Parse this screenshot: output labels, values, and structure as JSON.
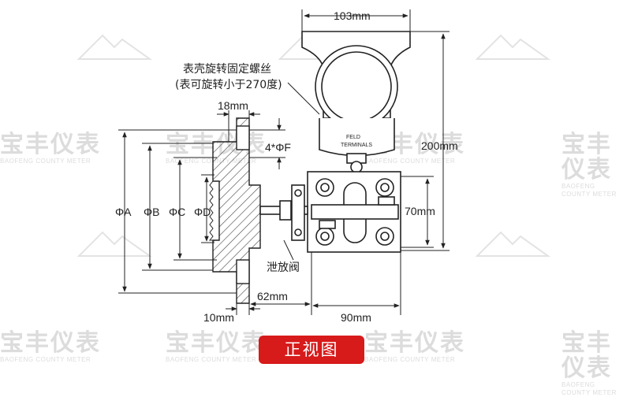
{
  "watermark": {
    "cn": "宝丰仪表",
    "en": "BAOFENG COUNTY METER"
  },
  "dimensions": {
    "top_width": "103mm",
    "flange_thickness_top": "18mm",
    "bolt_holes": "4*ΦF",
    "total_height": "200mm",
    "flange_height": "70mm",
    "offset": "62mm",
    "flange_thickness_bottom": "10mm",
    "depth": "90mm",
    "dia_a": "ΦA",
    "dia_b": "ΦB",
    "dia_c": "ΦC",
    "dia_d": "ΦD"
  },
  "annotations": {
    "housing_screw": "表壳旋转固定螺丝",
    "housing_rotation": "(表可旋转小于270度)",
    "drain_valve": "泄放阀",
    "terminal_label_1": "FELD",
    "terminal_label_2": "TERMINALS"
  },
  "view_label": "正视图"
}
